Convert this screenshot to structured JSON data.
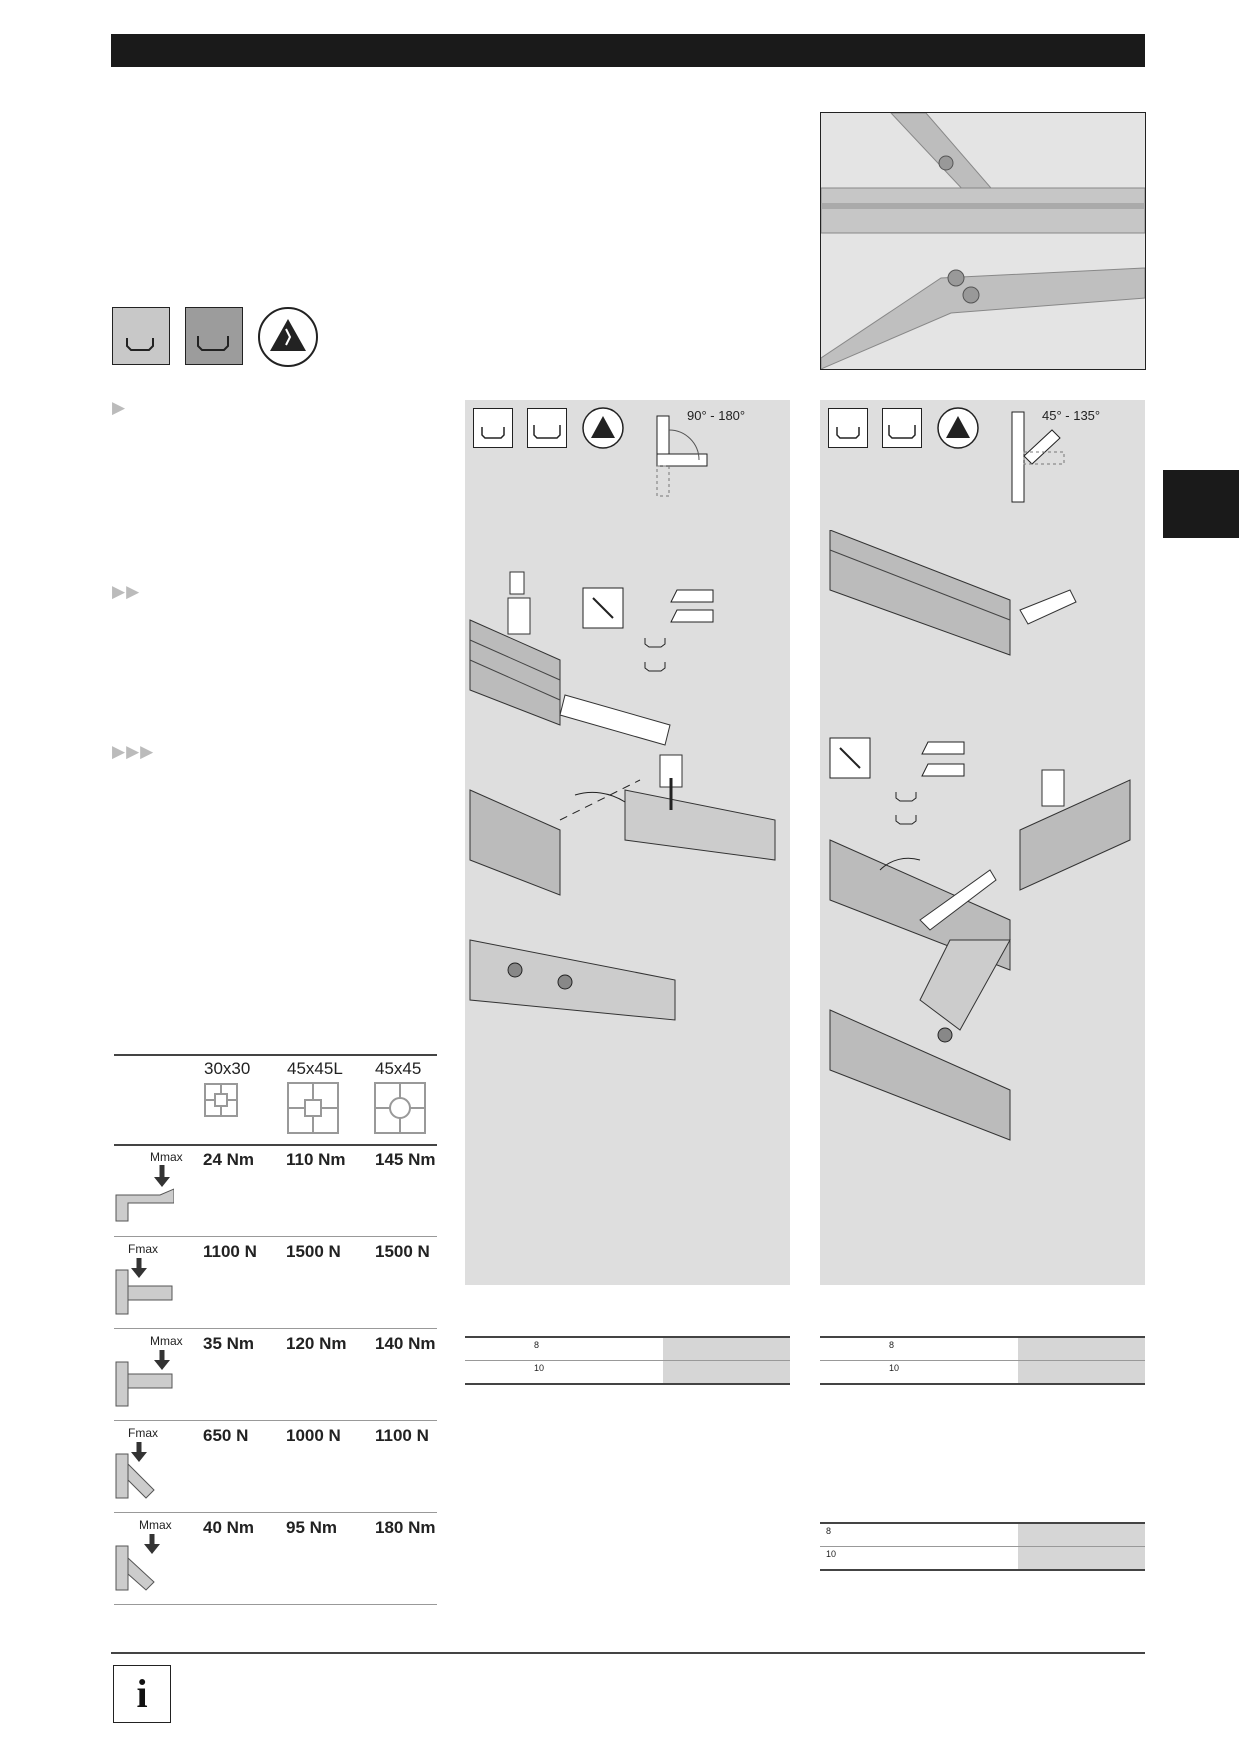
{
  "arrows": {
    "one": "▶",
    "two": "▶▶",
    "three": "▶▶▶"
  },
  "panel_left": {
    "angle": "90° - 180°"
  },
  "panel_right": {
    "angle": "45° - 135°"
  },
  "load_table": {
    "columns": [
      "30x30",
      "45x45L",
      "45x45"
    ],
    "rows": [
      {
        "label": "Mmax",
        "values": [
          "24 Nm",
          "110 Nm",
          "145 Nm"
        ]
      },
      {
        "label": "Fmax",
        "values": [
          "1100 N",
          "1500 N",
          "1500 N"
        ]
      },
      {
        "label": "Mmax",
        "values": [
          "35 Nm",
          "120 Nm",
          "140 Nm"
        ]
      },
      {
        "label": "Fmax",
        "values": [
          "650 N",
          "1000 N",
          "1100 N"
        ]
      },
      {
        "label": "Mmax",
        "values": [
          "40 Nm",
          "95 Nm",
          "180 Nm"
        ]
      }
    ]
  },
  "slot_sizes": {
    "s8": "8",
    "s10": "10"
  },
  "info_icon": "i",
  "colors": {
    "bar": "#1a1a1a",
    "panel": "#dedede",
    "rule": "#444444"
  }
}
